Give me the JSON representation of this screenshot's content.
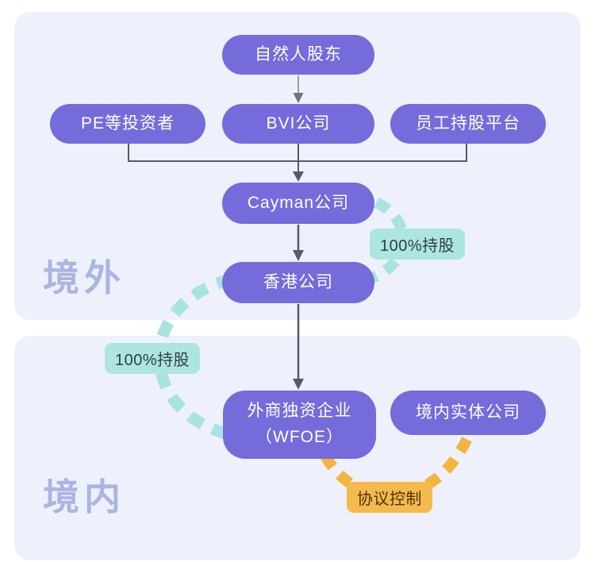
{
  "diagram": {
    "type": "vie-structure-flowchart",
    "sections": {
      "offshore": {
        "label": "境外"
      },
      "onshore": {
        "label": "境内"
      }
    },
    "nodes": {
      "natural_person": {
        "label": "自然人股东"
      },
      "pe_investors": {
        "label": "PE等投资者"
      },
      "bvi": {
        "label": "BVI公司"
      },
      "esop": {
        "label": "员工持股平台"
      },
      "cayman": {
        "label": "Cayman公司"
      },
      "hongkong": {
        "label": "香港公司"
      },
      "wfoe": {
        "label_line1": "外商独资企业",
        "label_line2": "（WFOE）"
      },
      "domestic_entity": {
        "label": "境内实体公司"
      }
    },
    "edges": {
      "holding_cayman_to_hk": {
        "label": "100%持股",
        "style": "teal-dashed-arc"
      },
      "holding_hk_to_wfoe": {
        "label": "100%持股",
        "style": "teal-dashed-arc"
      },
      "vie_wfoe_to_domestic": {
        "label": "协议控制",
        "style": "orange-dashed-arc"
      }
    },
    "colors": {
      "panel_bg": "#EEF1FB",
      "node_fill": "#756BDB",
      "node_text": "#FFFFFF",
      "section_label": "#AAB5E3",
      "connector_dark": "#565874",
      "connector_light_gray": "#9B9BA6",
      "teal_arc": "#A9E3E0",
      "teal_label_bg": "#ADE5E1",
      "teal_label_text": "#2E3E4C",
      "orange_arc": "#F5B43F",
      "orange_label_bg": "#F6B94D",
      "orange_label_text": "#4A3513"
    }
  }
}
